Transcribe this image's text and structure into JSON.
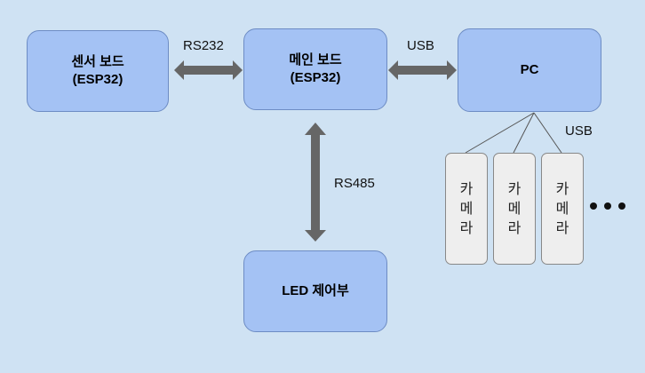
{
  "nodes": {
    "sensor_board": {
      "line1": "센서 보드",
      "line2": "(ESP32)"
    },
    "main_board": {
      "line1": "메인 보드",
      "line2": "(ESP32)"
    },
    "pc": {
      "line1": "PC"
    },
    "led_ctrl": {
      "line1": "LED 제어부"
    }
  },
  "cameras": [
    {
      "chars": [
        "카",
        "메",
        "라"
      ]
    },
    {
      "chars": [
        "카",
        "메",
        "라"
      ]
    },
    {
      "chars": [
        "카",
        "메",
        "라"
      ]
    }
  ],
  "links": {
    "sensor_main": "RS232",
    "main_pc": "USB",
    "main_led": "RS485",
    "pc_cameras": "USB"
  },
  "colors": {
    "background": "#cfe2f3",
    "box_fill": "#a4c2f4",
    "arrow": "#666666",
    "camera_fill": "#eeeeee"
  }
}
